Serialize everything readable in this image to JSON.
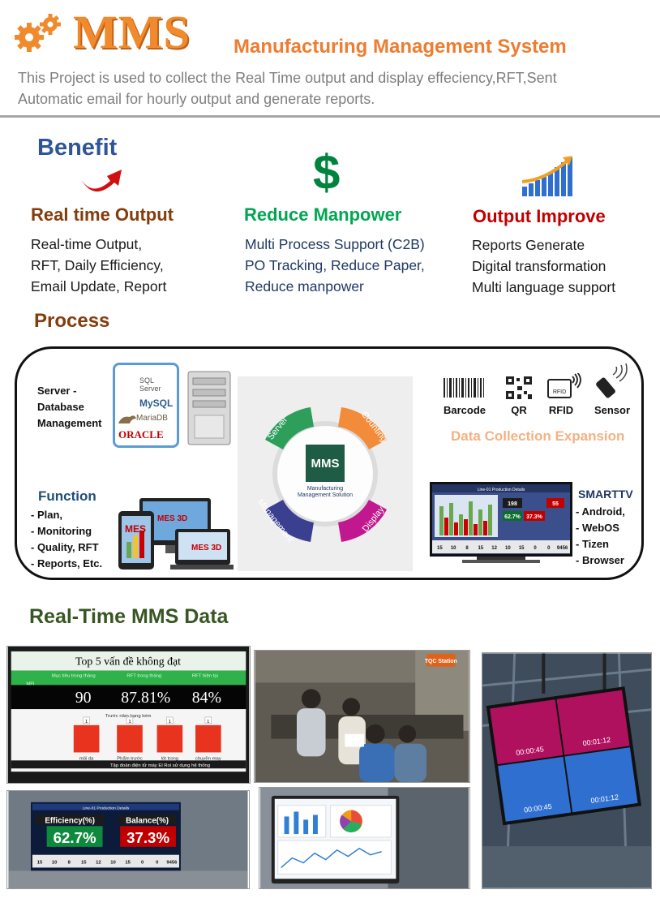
{
  "header": {
    "logo_text": "MMS",
    "subtitle": "Manufacturing Management System",
    "description_line1": "This Project is used to collect the Real Time output and display effeciency,RFT,Sent",
    "description_line2": "Automatic email for hourly output and generate reports."
  },
  "benefit": {
    "title": "Benefit",
    "columns": [
      {
        "heading": "Real time Output",
        "lines": [
          "Real-time Output,",
          "RFT, Daily Efficiency,",
          "Email Update, Report"
        ],
        "icon": "red-curved-arrow-icon"
      },
      {
        "heading": "Reduce Manpower",
        "lines": [
          "Multi Process Support (C2B)",
          "PO Tracking, Reduce Paper,",
          "Reduce manpower"
        ],
        "icon": "dollar-icon",
        "icon_glyph": "$"
      },
      {
        "heading": "Output Improve",
        "lines": [
          "Reports Generate",
          "Digital transformation",
          "Multi language support"
        ],
        "icon": "growth-bar-chart-icon"
      }
    ]
  },
  "process": {
    "title": "Process",
    "server_label": [
      "Server -",
      "Database",
      "Management"
    ],
    "db_logos": [
      "SQL Server",
      "MySQL",
      "MariaDB",
      "ORACLE"
    ],
    "wheel": {
      "center_title": "MMS",
      "center_sub1": "Manufacturing",
      "center_sub2": "Management Solution",
      "segments": [
        "Server",
        "Counting",
        "Display",
        "Management"
      ]
    },
    "function_title": "Function",
    "function_items": [
      "- Plan,",
      "- Monitoring",
      "- Quality, RFT",
      "- Reports, Etc."
    ],
    "device_labels": [
      "MES",
      "MES 3D",
      "MES 3D"
    ],
    "data_collection": {
      "items": [
        "Barcode",
        "QR",
        "RFID",
        "Sensor"
      ],
      "title": "Data Collection Expansion",
      "rfid_tag": "RFID"
    },
    "smarttv_title": "SMARTTV",
    "smarttv_items": [
      "- Android,",
      "- WebOS",
      "- Tizen",
      "- Browser"
    ],
    "tv_screen": {
      "title": "Line-01  Production Details",
      "kpi": [
        "62.7%",
        "37.3%",
        "198",
        "55"
      ],
      "counts": [
        "15",
        "10",
        "8",
        "15",
        "12",
        "10",
        "15",
        "0",
        "0",
        "9456"
      ]
    }
  },
  "realtime": {
    "title": "Real-Time MMS Data",
    "board1": {
      "title": "Top 5 vấn đề không đạt",
      "cols": [
        "Mục tiêu trong tháng",
        "RFT trong tháng",
        "RFT hiện tại"
      ],
      "row_label": "MFI",
      "values": [
        "90",
        "87.81%",
        "84%"
      ],
      "sub": "Trước năm hạng kém",
      "bar_labels": [
        "mũi da",
        "Phẩm trước",
        "lót trong",
        "chuyền may"
      ],
      "footer": "Tập đoàn điện tử máy El Roi sử dụng hệ thống",
      "bar_value": "1"
    },
    "board2": {
      "efficiency_label": "Efficiency(%)",
      "efficiency": "62.7%",
      "balance_label": "Balance(%)",
      "balance": "37.3%",
      "header": "Line-01  Production Details",
      "counts": [
        "15",
        "10",
        "8",
        "15",
        "12",
        "10",
        "15",
        "0",
        "0",
        "9456"
      ]
    },
    "photo_sign": "TQC Station",
    "hang_display": {
      "time1": "00:00:45",
      "time2": "00:01:12",
      "time3": "00:00:45",
      "time4": "00:01:12"
    }
  },
  "colors": {
    "orange": "#f08a2c",
    "benefit_blue": "#2f5597",
    "green": "#00a651",
    "red": "#c00000",
    "brown": "#843c0c",
    "wheel_green": "#2e9e5b",
    "wheel_orange": "#f28c3a",
    "wheel_magenta": "#c2188f",
    "wheel_navy": "#3b3f8f"
  }
}
